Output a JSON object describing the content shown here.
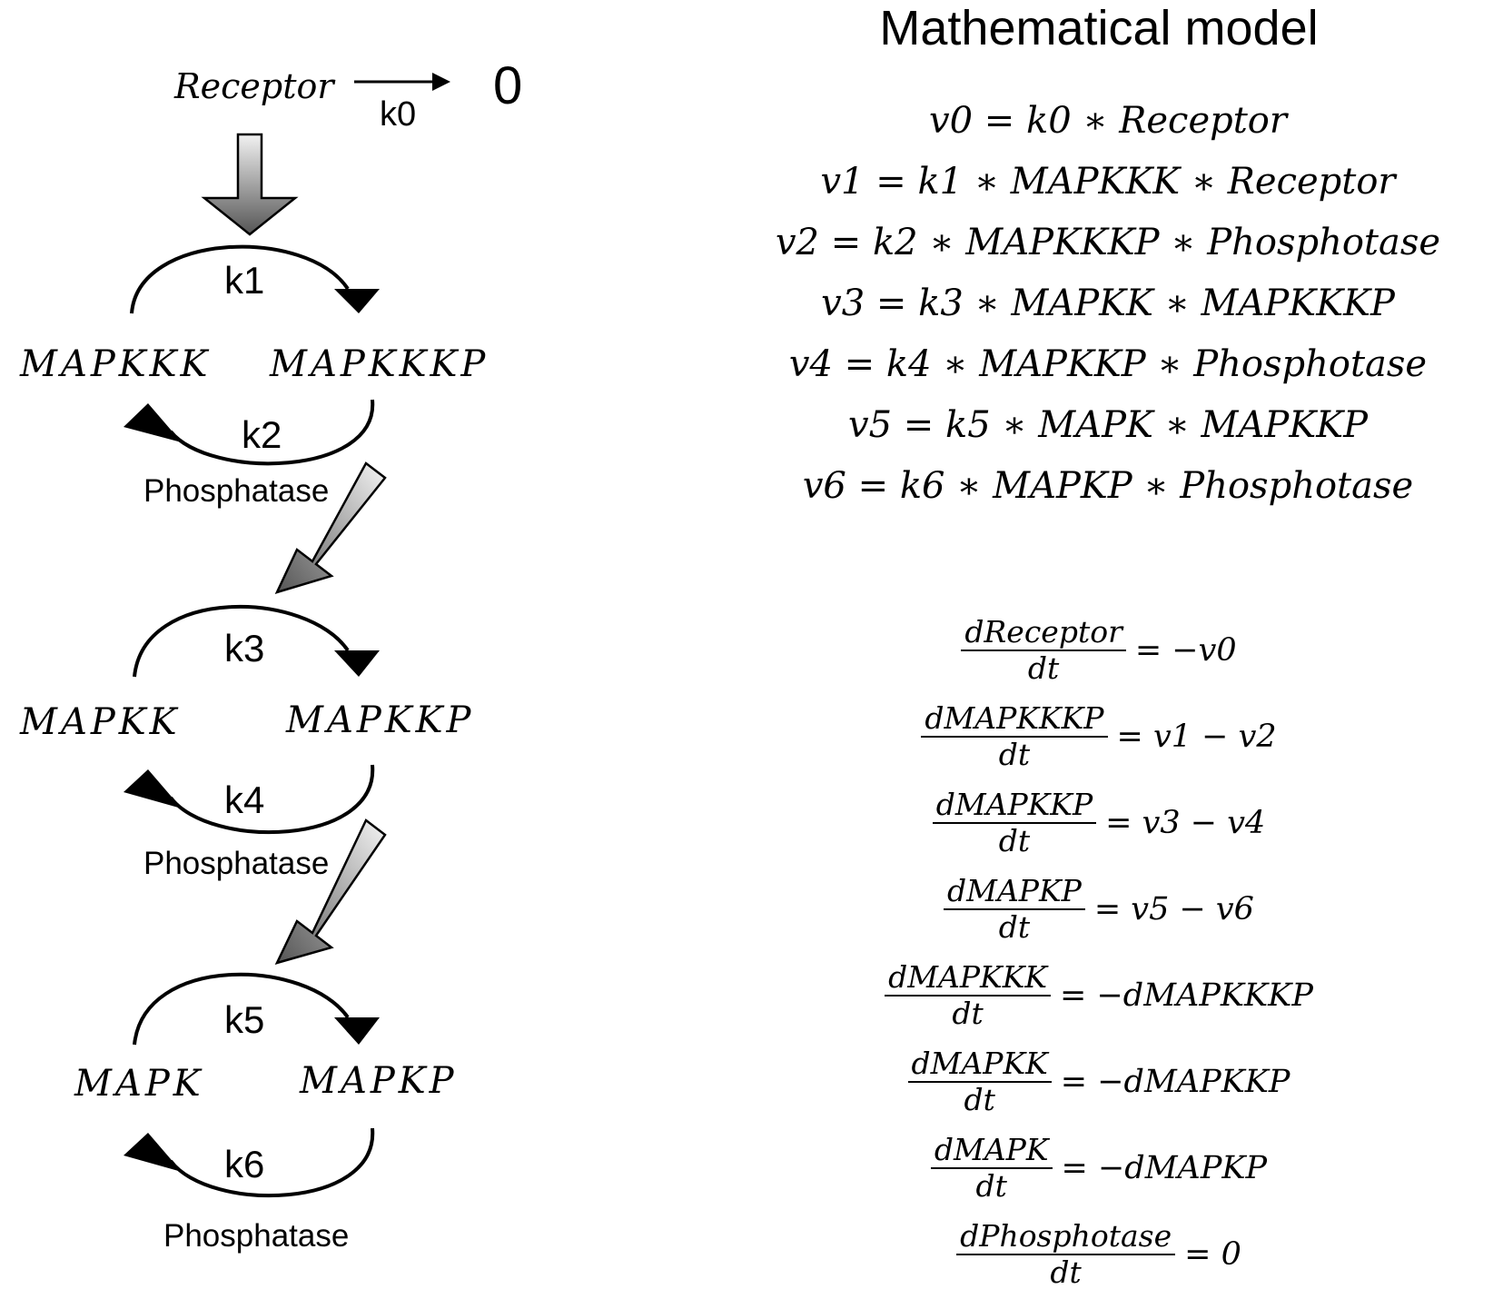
{
  "diagram": {
    "receptor": "Receptor",
    "k0": "k0",
    "sink": "0",
    "tiers": [
      {
        "left": "MAPKKK",
        "right": "MAPKKKP",
        "k_forward": "k1",
        "k_reverse": "k2",
        "enzyme": "Phosphatase"
      },
      {
        "left": "MAPKK",
        "right": "MAPKKP",
        "k_forward": "k3",
        "k_reverse": "k4",
        "enzyme": "Phosphatase"
      },
      {
        "left": "MAPK",
        "right": "MAPKP",
        "k_forward": "k5",
        "k_reverse": "k6",
        "enzyme": "Phosphatase"
      }
    ]
  },
  "model": {
    "title": "Mathematical model",
    "rate_equations": [
      "v0 = k0 ∗ Receptor",
      "v1 = k1 ∗ MAPKKK ∗ Receptor",
      "v2 = k2 ∗ MAPKKKP ∗ Phosphotase",
      "v3 = k3 ∗ MAPKK ∗ MAPKKKP",
      "v4 = k4 ∗ MAPKKP ∗ Phosphotase",
      "v5 = k5 ∗ MAPK ∗ MAPKKP",
      "v6 = k6 ∗ MAPKP ∗ Phosphotase"
    ],
    "odes": [
      {
        "num": "dReceptor",
        "den": "dt",
        "rhs": "= −v0"
      },
      {
        "num": "dMAPKKKP",
        "den": "dt",
        "rhs": "= v1 − v2"
      },
      {
        "num": "dMAPKKP",
        "den": "dt",
        "rhs": "= v3 − v4"
      },
      {
        "num": "dMAPKP",
        "den": "dt",
        "rhs": "= v5 − v6"
      },
      {
        "num": "dMAPKKK",
        "den": "dt",
        "rhs": "= −dMAPKKKP"
      },
      {
        "num": "dMAPKK",
        "den": "dt",
        "rhs": "= −dMAPKKP"
      },
      {
        "num": "dMAPK",
        "den": "dt",
        "rhs": "= −dMAPKP"
      },
      {
        "num": "dPhosphotase",
        "den": "dt",
        "rhs": "= 0"
      }
    ]
  }
}
